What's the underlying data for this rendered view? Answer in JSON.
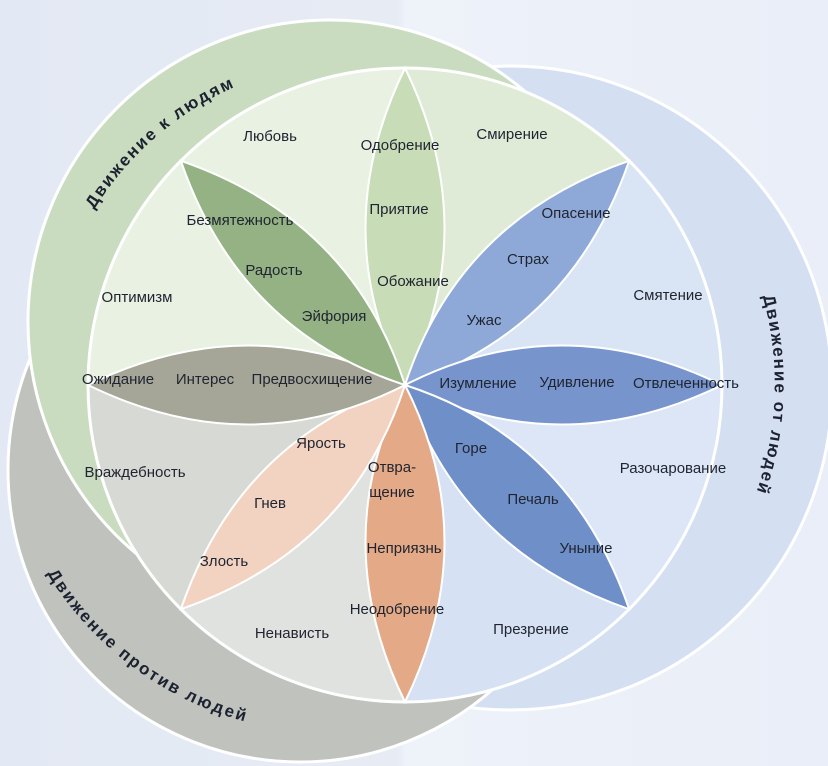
{
  "colors": {
    "toward_ring": "#c9dcc0",
    "against_ring": "#bfc2bd",
    "away_ring": "#d4dff2",
    "sector_joy": "#e8f1e2",
    "sector_trust": "#dfebd6",
    "sector_fear": "#d9e5f5",
    "sector_surprise": "#d6e2f4",
    "sector_sadness": "#dce6f6",
    "sector_disgust": "#e0e2e0",
    "sector_anger": "#d6d9d4",
    "sector_anticipation": "#dde2d8",
    "petal_joy": "#94b283",
    "petal_trust": "#c7dcb7",
    "petal_fear": "#8ea9d8",
    "petal_surprise": "#7795cc",
    "petal_sadness": "#6f8fc9",
    "petal_disgust": "#e4aa87",
    "petal_anger": "#f2d3c2",
    "petal_anticipation": "#a5a698"
  },
  "arcs": {
    "toward_people": "Движение к людям",
    "away_from_people": "Движение от людей",
    "against_people": "Движение против людей"
  },
  "labels": {
    "love": "Любовь",
    "approval": "Одобрение",
    "submission": "Смирение",
    "serenity": "Безмятежность",
    "joy": "Радость",
    "ecstasy": "Эйфория",
    "acceptance": "Приятие",
    "adoration": "Обожание",
    "apprehension": "Опасение",
    "fear": "Страх",
    "terror": "Ужас",
    "optimism": "Оптимизм",
    "awe": "Смятение",
    "anticipation": "Ожидание",
    "interest": "Интерес",
    "vigilance": "Предвосхищение",
    "amazement": "Изумление",
    "surprise": "Удивление",
    "distraction": "Отвлеченность",
    "rage": "Ярость",
    "grief": "Горе",
    "aggressiveness": "Враждебность",
    "anger": "Гнев",
    "loathing_1": "Отвра-",
    "loathing_2": "щение",
    "sadness": "Печаль",
    "disappointment": "Разочарование",
    "annoyance": "Злость",
    "disgust": "Неприязнь",
    "pensiveness": "Уныние",
    "hate": "Ненависть",
    "boredom": "Неодобрение",
    "contempt": "Презрение"
  }
}
